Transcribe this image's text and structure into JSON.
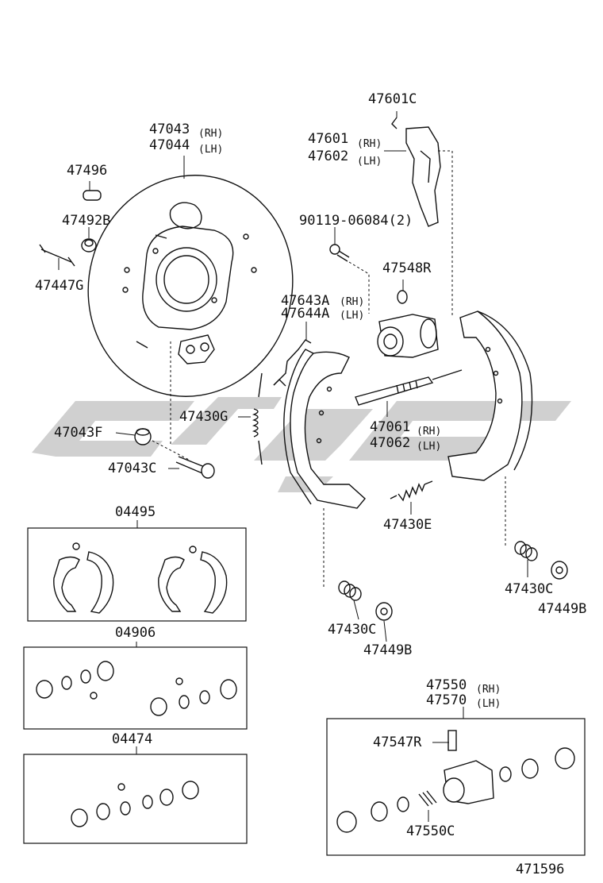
{
  "colors": {
    "ink": "#111111",
    "watermark": "#c8c8c8"
  },
  "labels": {
    "p47601C": "47601C",
    "p47601": "47601",
    "p47601_rh": "(RH)",
    "p47602": "47602",
    "p47602_lh": "(LH)",
    "p47043": "47043",
    "p47043_rh": "(RH)",
    "p47044": "47044",
    "p47044_lh": "(LH)",
    "p47496": "47496",
    "p47492B": "47492B",
    "p47447G": "47447G",
    "p90119": "90119-06084(2)",
    "p47548R": "47548R",
    "p47643A": "47643A",
    "p47643A_rh": "(RH)",
    "p47644A": "47644A",
    "p47644A_lh": "(LH)",
    "p47430G": "47430G",
    "p47043F": "47043F",
    "p47043C": "47043C",
    "p47061": "47061",
    "p47061_rh": "(RH)",
    "p47062": "47062",
    "p47062_lh": "(LH)",
    "p47430E": "47430E",
    "p04495": "04495",
    "p47430C_right": "47430C",
    "p47449B_right": "47449B",
    "p04906": "04906",
    "p47430C_mid": "47430C",
    "p47449B_mid": "47449B",
    "p47550": "47550",
    "p47550_rh": "(RH)",
    "p47570": "47570",
    "p47570_lh": "(LH)",
    "p04474": "04474",
    "p47547R": "47547R",
    "p47550C": "47550C",
    "diagram_id": "471596"
  }
}
